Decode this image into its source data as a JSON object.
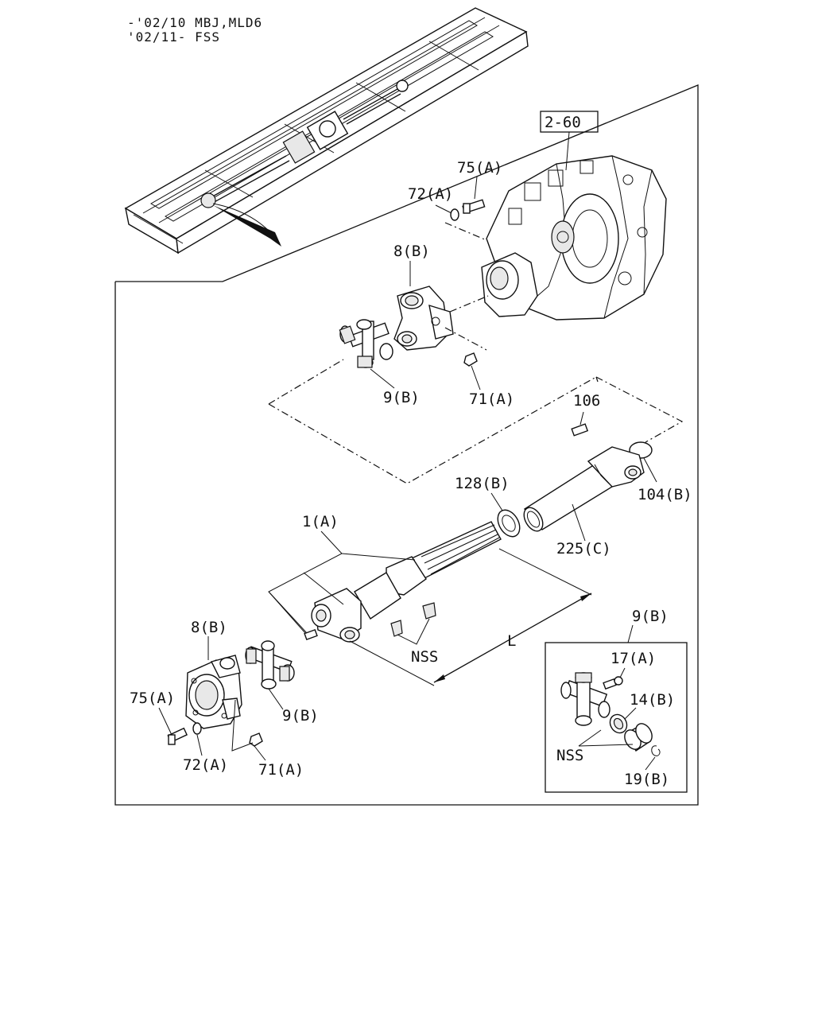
{
  "header": {
    "line1": "-'02/10 MBJ,MLD6",
    "line2": "'02/11- FSS"
  },
  "callouts": {
    "ref_box": "2-60",
    "bolt_top": "75(A)",
    "washer_top": "72(A)",
    "yoke_top": "8(B)",
    "joint_top": "9(B)",
    "nut_top": "71(A)",
    "plug": "106",
    "seal": "128(B)",
    "cap": "104(B)",
    "shaft_tube": "225(C)",
    "shaft_main": "1(A)",
    "nss_main": "NSS",
    "length": "L",
    "yoke_bottom": "8(B)",
    "bolt_bottom": "75(A)",
    "washer_bottom": "72(A)",
    "joint_bottom": "9(B)",
    "nut_bottom": "71(A)",
    "inset_joint": "9(B)",
    "grease_fitting": "17(A)",
    "bearing": "14(B)",
    "nss_inset": "NSS",
    "snap_ring": "19(B)"
  },
  "colors": {
    "line": "#111111",
    "background": "#ffffff",
    "shade": "#e8e8e8"
  }
}
